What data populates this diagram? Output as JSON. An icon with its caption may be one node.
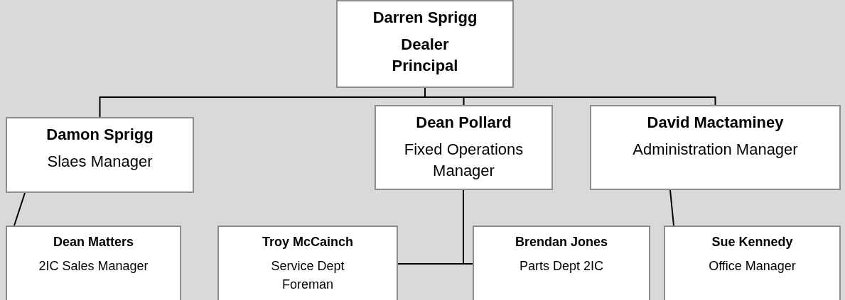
{
  "diagram": {
    "nodes": [
      {
        "text": [
          "Darren Sprigg",
          "Dealer Principal"
        ]
      },
      {
        "text": [
          "Damon Sprigg",
          "Slaes Manager"
        ]
      },
      {
        "text": [
          "Dean Pollard",
          "Fixed Operations Manager"
        ]
      },
      {
        "text": [
          "David Mactaminey",
          "Administration Manager"
        ]
      },
      {
        "text": [
          "Dean Matters",
          "2IC Sales Manager"
        ]
      },
      {
        "text": [
          "Troy McCainch",
          "Service Dept Foreman"
        ]
      },
      {
        "text": [
          "Brendan Jones",
          "Parts Dept 2IC"
        ]
      },
      {
        "text": [
          "Sue Kennedy",
          "Office Manager"
        ]
      }
    ],
    "edges": [
      {
        "from": 0,
        "to": 1,
        "arrow": "none"
      },
      {
        "from": 0,
        "to": 2,
        "arrow": "none"
      },
      {
        "from": 0,
        "to": 3,
        "arrow": "none"
      },
      {
        "from": 1,
        "to": 4,
        "arrow": "none"
      },
      {
        "from": 2,
        "to": 5,
        "arrow": "none"
      },
      {
        "from": 2,
        "to": 6,
        "arrow": "none"
      },
      {
        "from": 3,
        "to": 7,
        "arrow": "none"
      }
    ]
  }
}
